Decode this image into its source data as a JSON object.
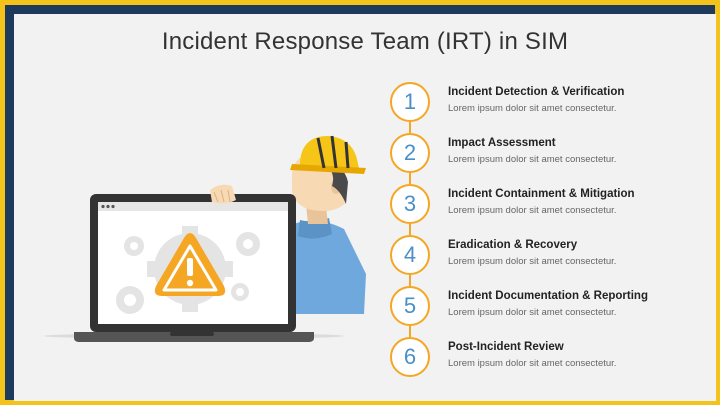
{
  "slide": {
    "title": "Incident Response Team (IRT) in SIM"
  },
  "colors": {
    "frame_border": "#f3c21b",
    "frame_background": "#1d3a5c",
    "slide_background": "#f2f2f2",
    "accent_orange": "#f5a623",
    "number_blue": "#4a90c8",
    "shirt_blue": "#6fa8dc"
  },
  "illustration": {
    "icons": [
      "laptop-icon",
      "warning-triangle-icon",
      "gear-icon",
      "worker-hardhat-icon"
    ]
  },
  "steps": [
    {
      "number": "1",
      "title": "Incident Detection & Verification",
      "description": "Lorem ipsum dolor sit amet consectetur."
    },
    {
      "number": "2",
      "title": "Impact Assessment",
      "description": "Lorem ipsum dolor sit amet consectetur."
    },
    {
      "number": "3",
      "title": "Incident Containment & Mitigation",
      "description": "Lorem ipsum dolor sit amet consectetur."
    },
    {
      "number": "4",
      "title": "Eradication & Recovery",
      "description": "Lorem ipsum dolor sit amet consectetur."
    },
    {
      "number": "5",
      "title": "Incident Documentation & Reporting",
      "description": "Lorem ipsum dolor sit amet consectetur."
    },
    {
      "number": "6",
      "title": "Post-Incident Review",
      "description": "Lorem ipsum dolor sit amet consectetur."
    }
  ]
}
